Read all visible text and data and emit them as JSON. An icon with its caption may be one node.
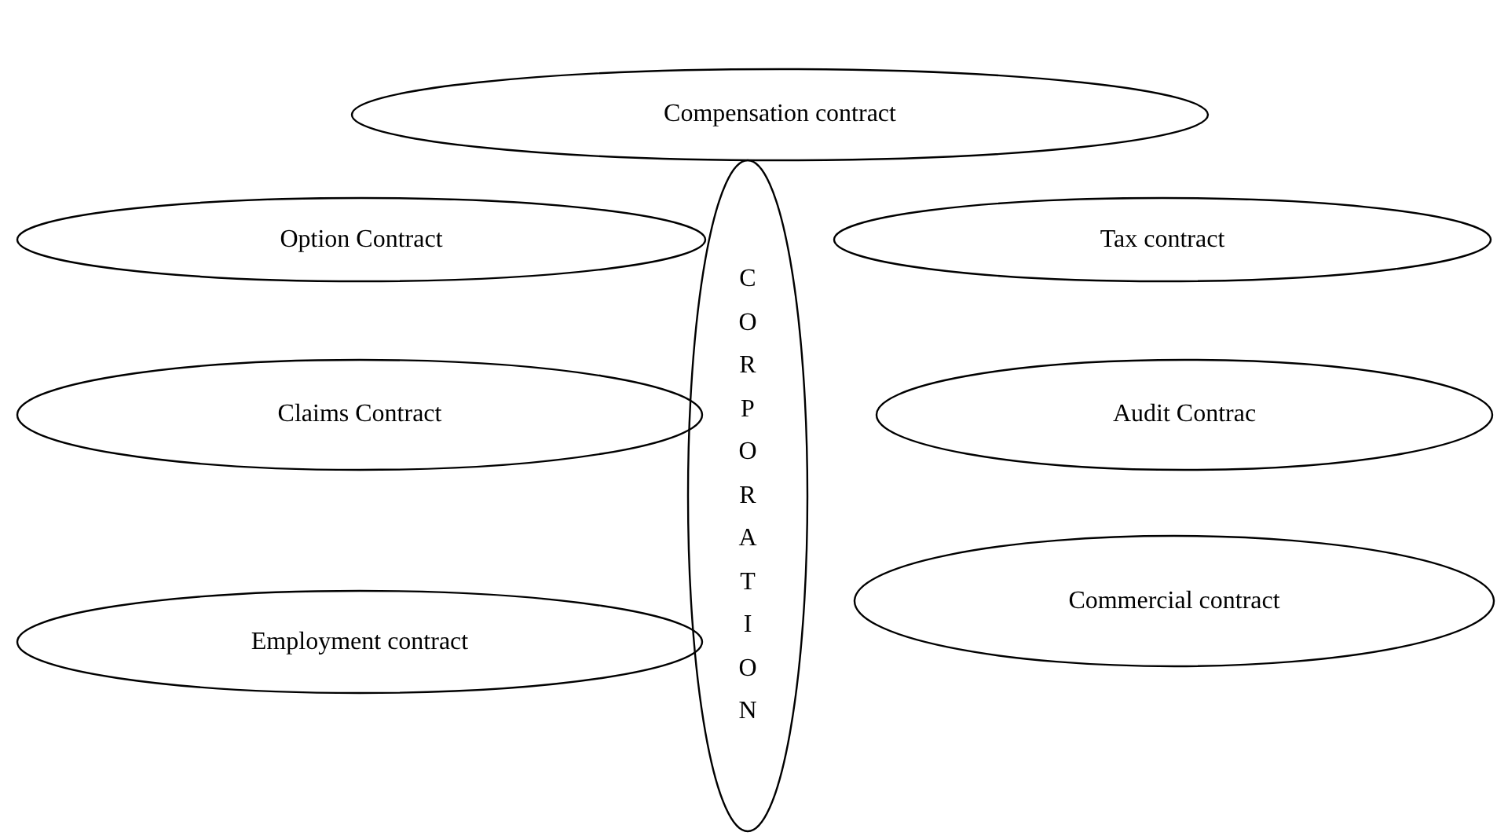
{
  "diagram": {
    "nodes": [
      {
        "text": [
          "Compensation contract"
        ]
      },
      {
        "text": [
          "Option Contract"
        ]
      },
      {
        "text": [
          "Tax contract"
        ]
      },
      {
        "text": [
          "Claims Contract"
        ]
      },
      {
        "text": [
          "Audit Contrac"
        ]
      },
      {
        "text": [
          "Employment contract"
        ]
      },
      {
        "text": [
          "Commercial contract"
        ]
      },
      {
        "text": [
          "CORPORATION"
        ]
      }
    ],
    "edges": []
  }
}
